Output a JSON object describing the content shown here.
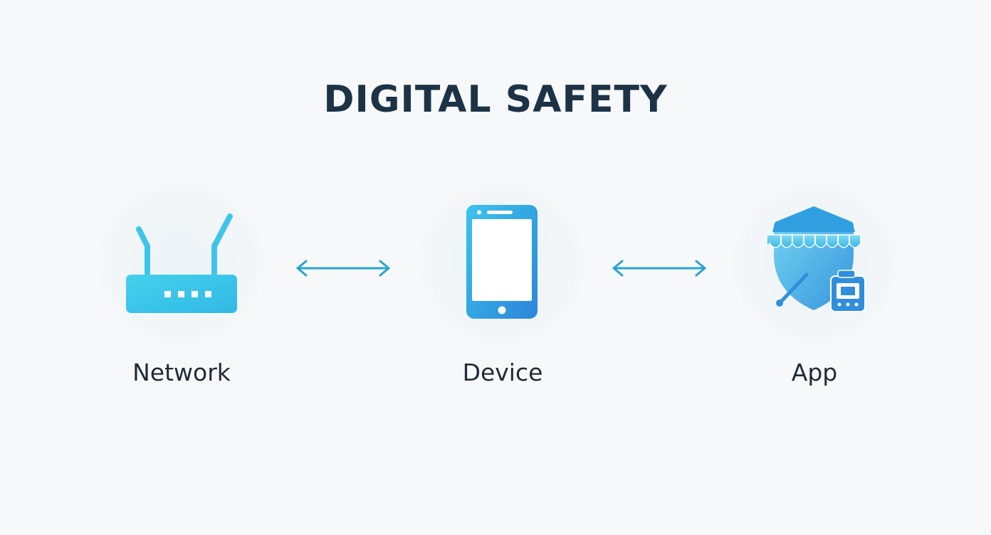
{
  "title": "DIGITAL SAFETY",
  "nodes": [
    {
      "label": "Network",
      "icon": "router-icon"
    },
    {
      "label": "Device",
      "icon": "smartphone-icon"
    },
    {
      "label": "App",
      "icon": "shield-app-icon"
    }
  ],
  "connections": [
    {
      "from": "Network",
      "to": "Device",
      "direction": "bidirectional"
    },
    {
      "from": "Device",
      "to": "App",
      "direction": "bidirectional"
    }
  ],
  "colors": {
    "accent_light": "#3fc6e8",
    "accent_dark": "#2f8fdc",
    "arrow": "#2aa3cf",
    "title": "#1c3347",
    "label": "#1e2b38",
    "background": "#f7f8f9"
  }
}
